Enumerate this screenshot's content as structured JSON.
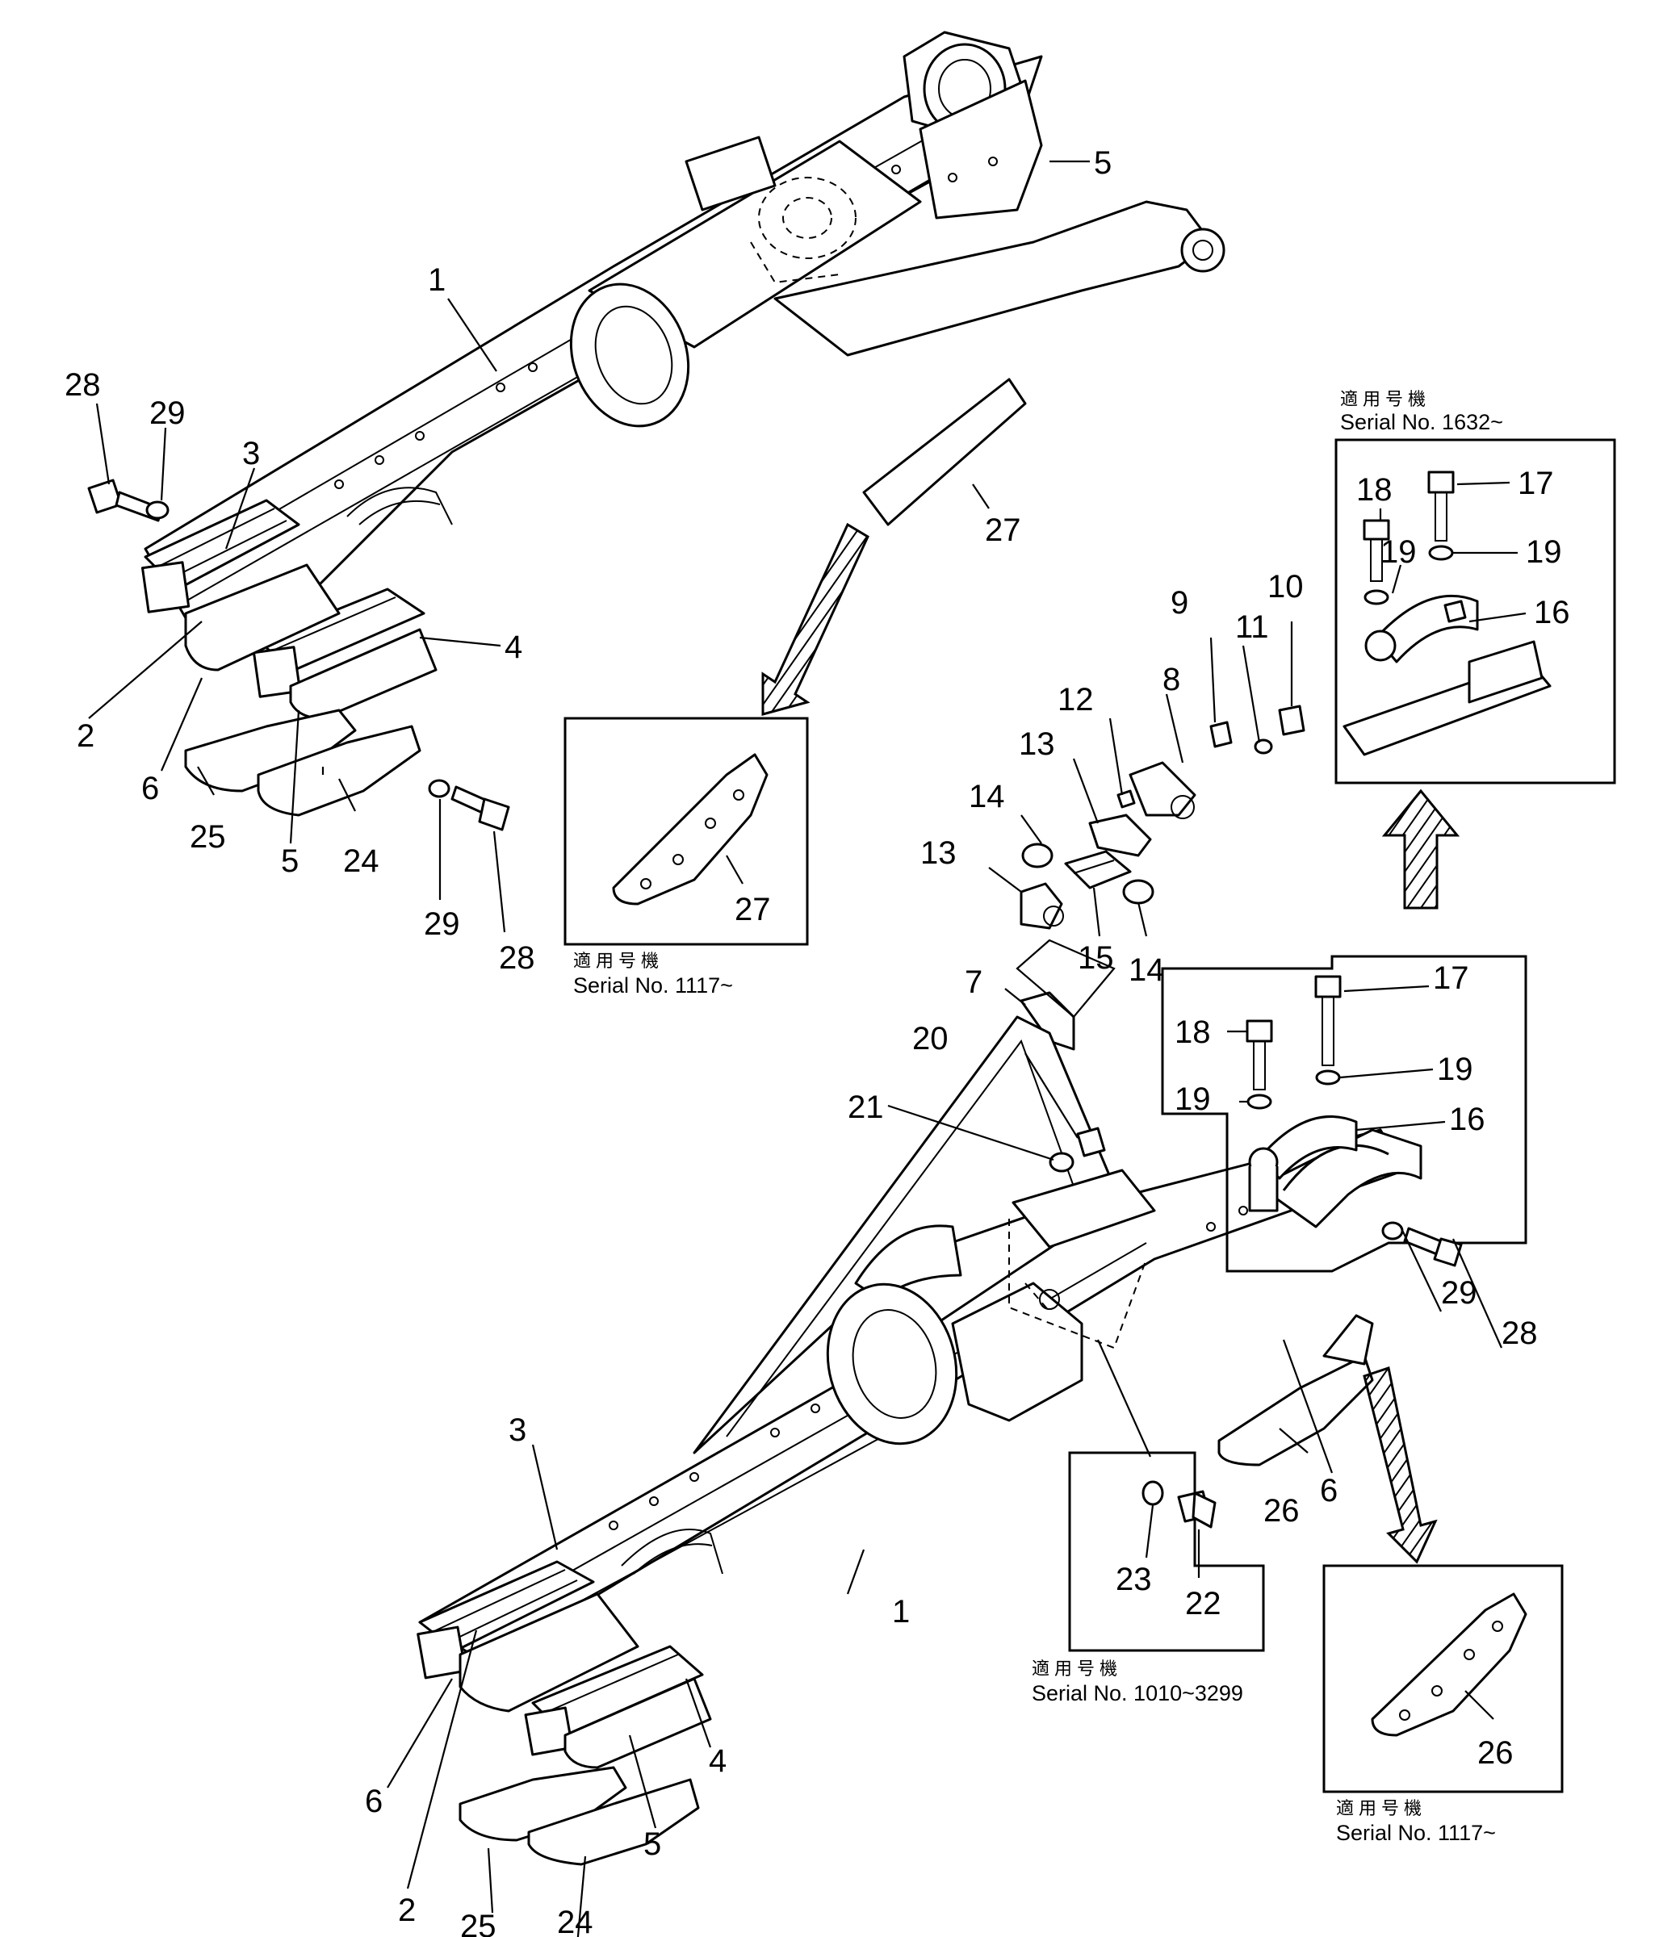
{
  "callouts": {
    "t1": "1",
    "t2": "2",
    "t3": "3",
    "t4": "4",
    "t5a": "5",
    "t5b": "5",
    "t6": "6",
    "t28a": "28",
    "t29a": "29",
    "t25": "25",
    "t24": "24",
    "t29b": "29",
    "t28b": "28",
    "t27": "27",
    "r18": "18",
    "r17": "17",
    "r19a": "19",
    "r19b": "19",
    "r16": "16",
    "e9": "9",
    "e10": "10",
    "e11": "11",
    "e8": "8",
    "e12": "12",
    "e13a": "13",
    "e14a": "14",
    "e13b": "13",
    "e15": "15",
    "e14b": "14",
    "e27": "27",
    "b7": "7",
    "b20": "20",
    "b21": "21",
    "b17": "17",
    "b18": "18",
    "b19a": "19",
    "b19b": "19",
    "b16": "16",
    "b29": "29",
    "b28": "28",
    "b6a": "6",
    "b26": "26",
    "b23": "23",
    "b22": "22",
    "b1": "1",
    "b3": "3",
    "b6b": "6",
    "b2": "2",
    "b4": "4",
    "b5": "5",
    "b25": "25",
    "b24": "24",
    "b26i": "26"
  },
  "captions": {
    "serial_1632_ja": "適用号機",
    "serial_1632": "Serial No. 1632~",
    "serial_1117a_ja": "適用号機",
    "serial_1117a": "Serial No. 1117~",
    "serial_1010_ja": "適用号機",
    "serial_1010": "Serial No. 1010~3299",
    "serial_1117b_ja": "適用号機",
    "serial_1117b": "Serial No. 1117~"
  }
}
